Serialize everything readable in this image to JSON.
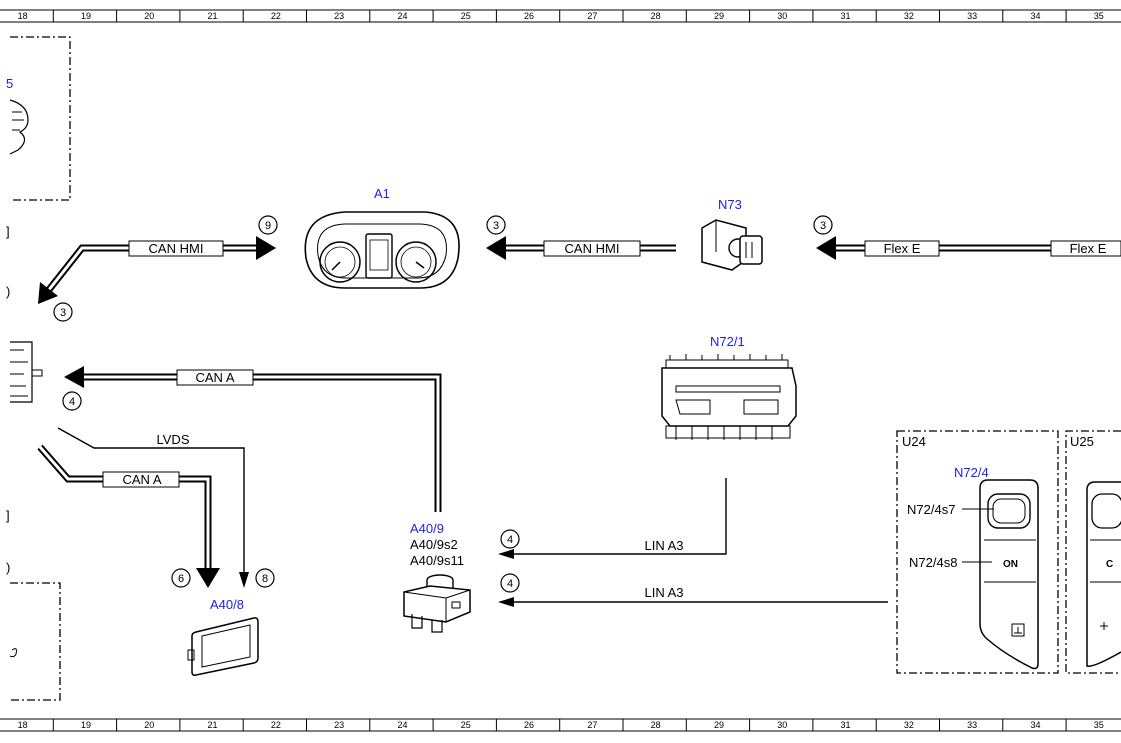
{
  "ruler": {
    "columns": [
      "18",
      "19",
      "20",
      "21",
      "22",
      "23",
      "24",
      "25",
      "26",
      "27",
      "28",
      "29",
      "30",
      "31",
      "32",
      "33",
      "34",
      "35"
    ]
  },
  "components": {
    "a1": {
      "label": "A1"
    },
    "n73": {
      "label": "N73"
    },
    "n72_1": {
      "label": "N72/1"
    },
    "a40_8": {
      "label": "A40/8"
    },
    "a40_9": {
      "label": "A40/9",
      "sub1": "A40/9s2",
      "sub2": "A40/9s11"
    },
    "u24": {
      "frame": "U24",
      "label": "N72/4",
      "s7": "N72/4s7",
      "s8": "N72/4s8",
      "on": "ON"
    },
    "u25": {
      "frame": "U25"
    },
    "left_partial": {
      "label": "5"
    }
  },
  "buses": {
    "can_hmi_left": "CAN HMI",
    "can_hmi_right": "CAN HMI",
    "flex_e_1": "Flex E",
    "flex_e_2": "Flex E",
    "can_a_top": "CAN A",
    "can_a_bottom": "CAN A",
    "lvds": "LVDS",
    "lin_a3_top": "LIN A3",
    "lin_a3_bottom": "LIN A3"
  },
  "circles": {
    "c9": "9",
    "c3_a1": "3",
    "c3_n73": "3",
    "c3_left": "3",
    "c4_left": "4",
    "c6": "6",
    "c8": "8",
    "c4_lin1": "4",
    "c4_lin2": "4"
  },
  "colors": {
    "line": "#000000",
    "blue_label": "#1e1ee6"
  }
}
